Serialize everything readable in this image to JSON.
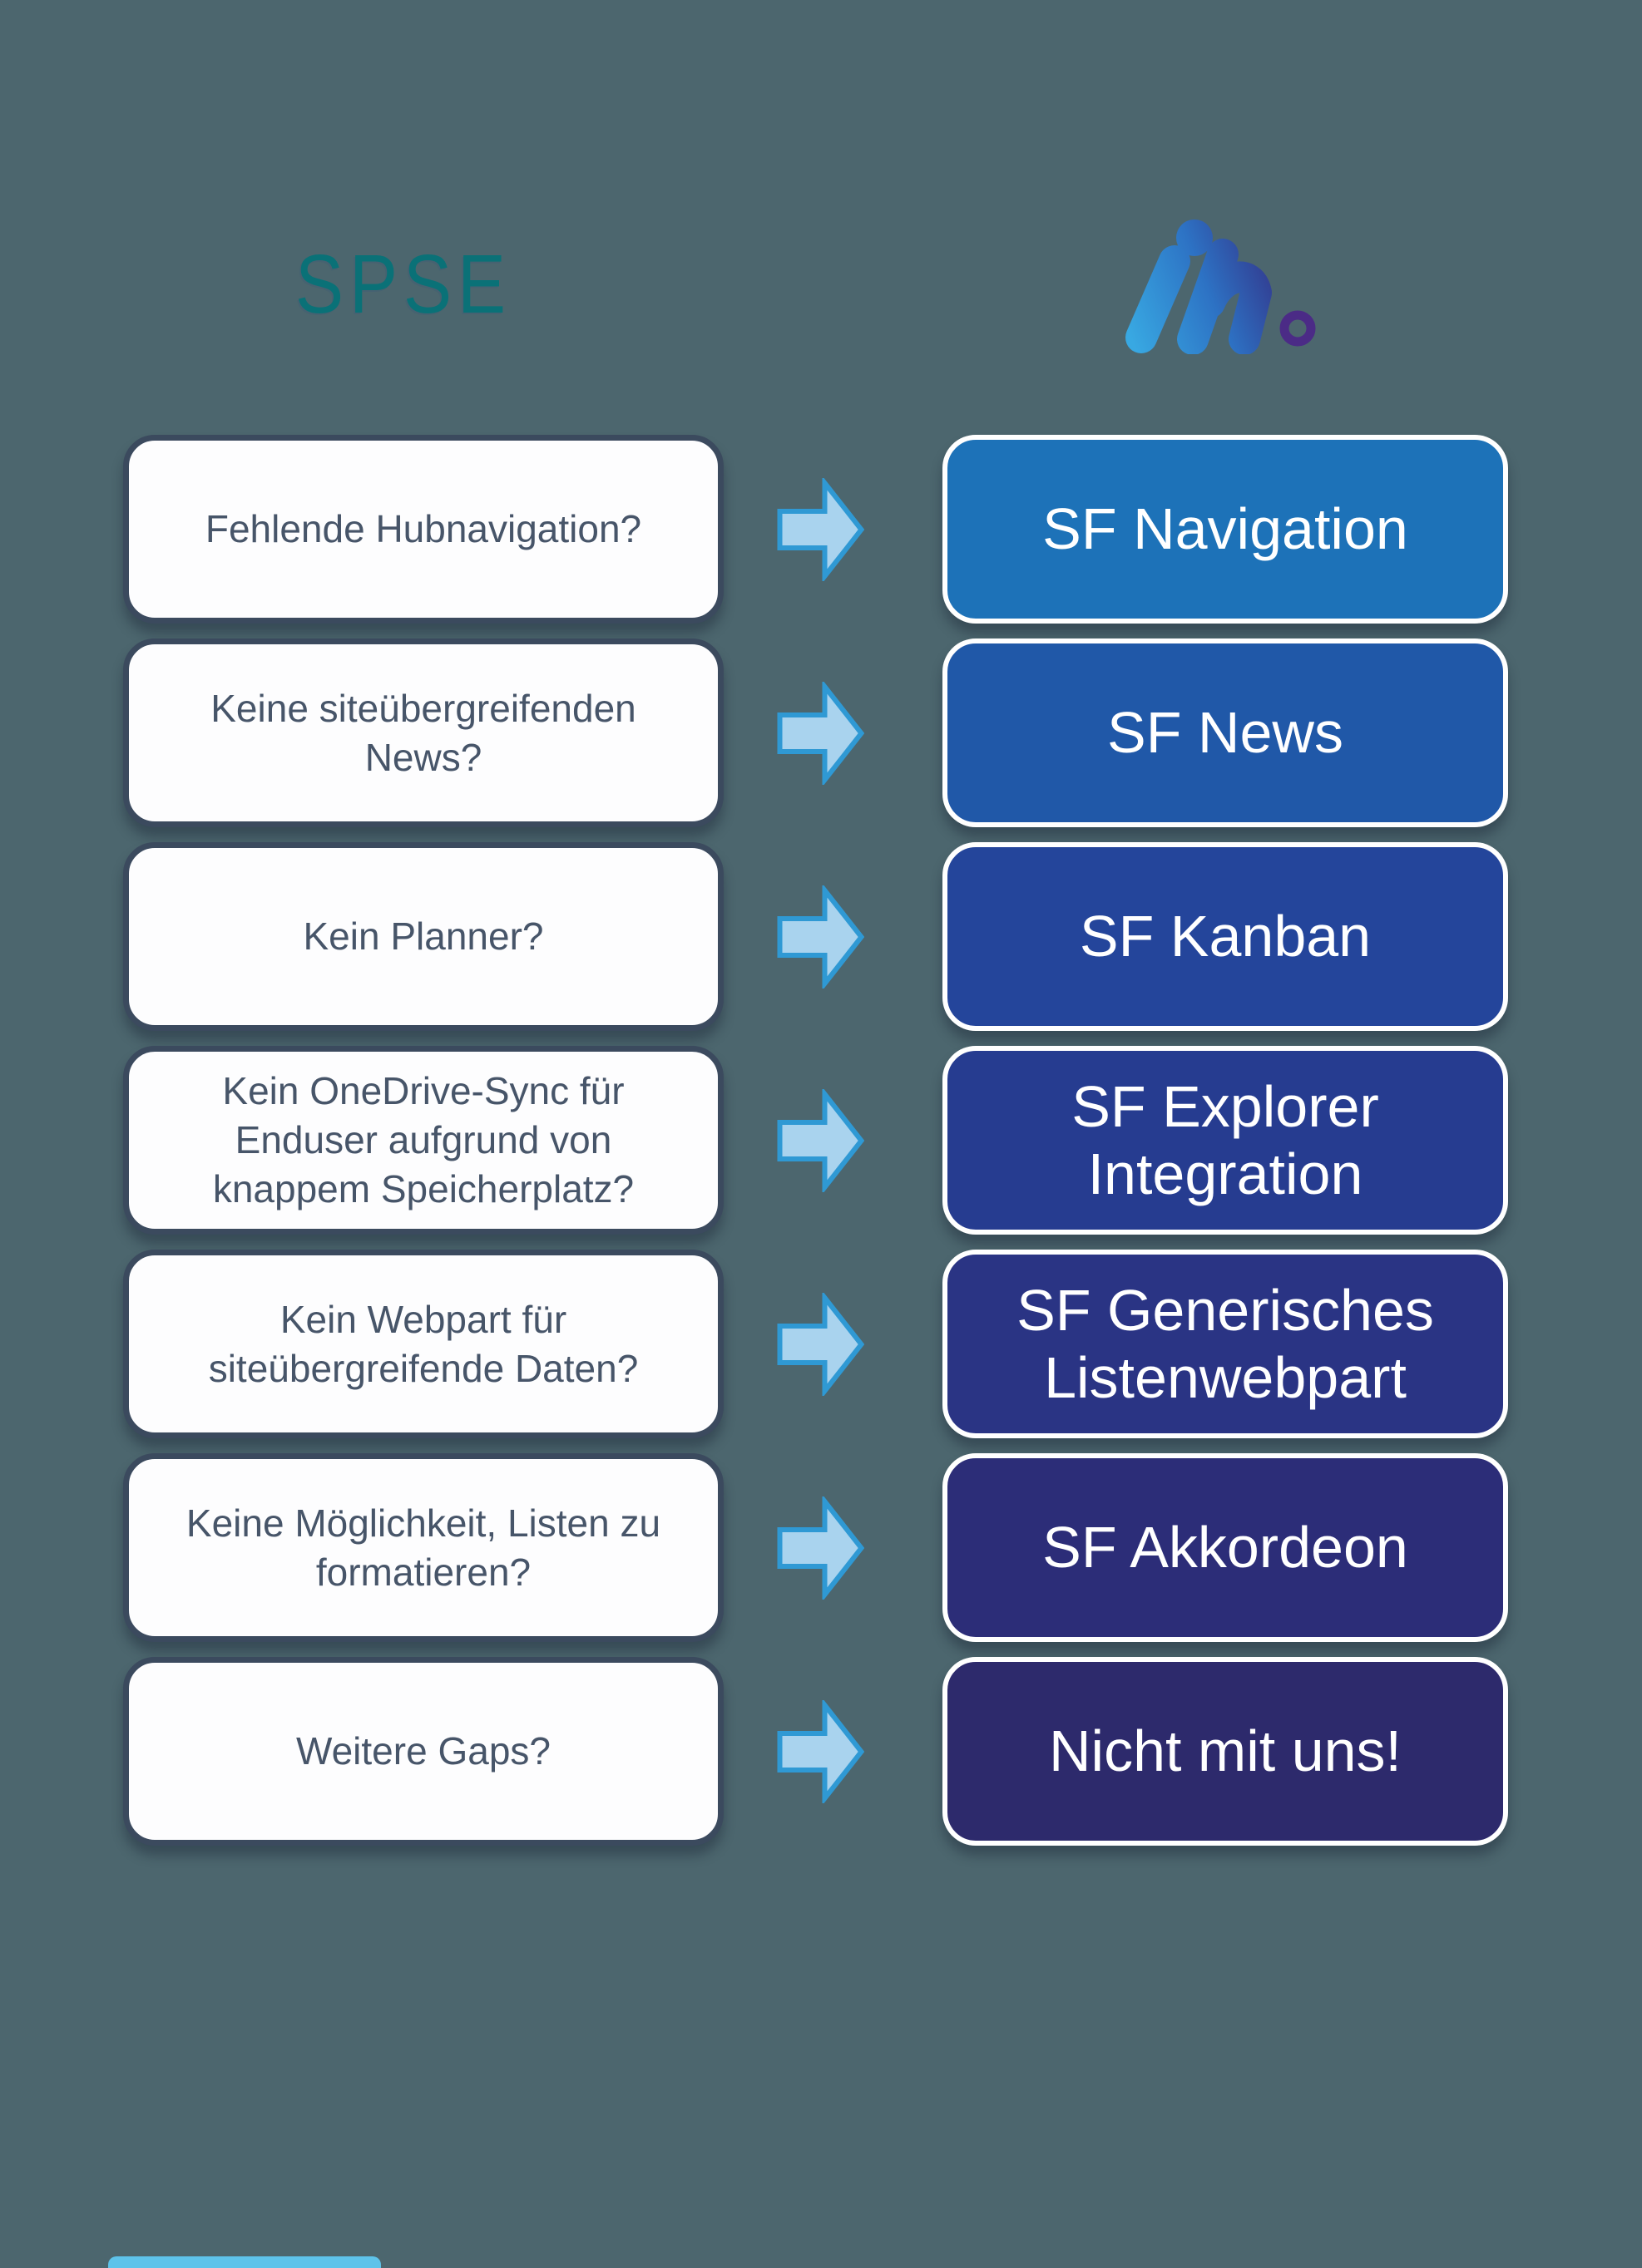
{
  "background_color": "#4c666e",
  "header": {
    "product_title": "SPSE",
    "product_title_color": "#0a7177",
    "brand_logo": "ih-dot-logo",
    "logo_colors": {
      "gradient_start": "#38a8e2",
      "gradient_mid": "#2d72c4",
      "gradient_end": "#342b80",
      "ring": "#4b2b86"
    }
  },
  "arrow": {
    "fill": "#a9d3ee",
    "stroke": "#2f99d4"
  },
  "styles": {
    "question_card_border": "#3b4a5e",
    "question_text_color": "#475569",
    "solution_card_border": "#ffffff"
  },
  "rows": [
    {
      "question": "Fehlende Hubnavigation?",
      "solution": "SF Navigation",
      "solution_color": "#1d72b8"
    },
    {
      "question": "Keine siteübergreifenden\nNews?",
      "solution": "SF News",
      "solution_color": "#2058a8"
    },
    {
      "question": "Kein Planner?",
      "solution": "SF Kanban",
      "solution_color": "#24459b"
    },
    {
      "question": "Kein OneDrive-Sync für\nEnduser aufgrund von\nknappem Speicherplatz?",
      "solution": "SF Explorer\nIntegration",
      "solution_color": "#263c90"
    },
    {
      "question": "Kein Webpart für\nsiteübergreifende Daten?",
      "solution": "SF Generisches\nListenwebpart",
      "solution_color": "#2a3484"
    },
    {
      "question": "Keine Möglichkeit, Listen zu\nformatieren?",
      "solution": "SF Akkordeon",
      "solution_color": "#2c2d78"
    },
    {
      "question": "Weitere Gaps?",
      "solution": "Nicht mit uns!",
      "solution_color": "#2d2a6c"
    }
  ]
}
